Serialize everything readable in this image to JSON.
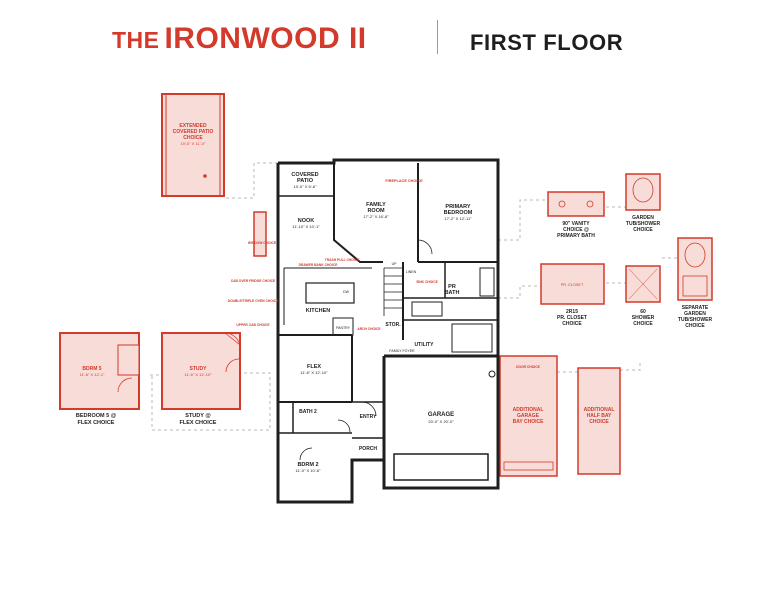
{
  "header": {
    "title_prefix": "THE",
    "title_name": "IRONWOOD II",
    "subtitle": "FIRST FLOOR"
  },
  "colors": {
    "accent": "#d33a2c",
    "option_fill": "#f7dcd7",
    "wall": "#1e1e1e",
    "dash": "#b8b8b8"
  },
  "rooms": {
    "covered_patio": {
      "name": "COVERED",
      "name2": "PATIO",
      "dims": "10'-0\" X 6'-6\""
    },
    "family_room": {
      "name": "FAMILY",
      "name2": "ROOM",
      "dims": "17'-2\" X 16'-8\""
    },
    "primary_bedroom": {
      "name": "PRIMARY",
      "name2": "BEDROOM",
      "dims": "17'-2\" X 12'-11\""
    },
    "nook": {
      "name": "NOOK",
      "dims": "11'-10\" X 10'-1\""
    },
    "kitchen": {
      "name": "KITCHEN"
    },
    "pr_bath": {
      "name": "PR",
      "name2": "BATH"
    },
    "stor": {
      "name": "STOR."
    },
    "utility": {
      "name": "UTILITY"
    },
    "pantry": {
      "name": "PANTRY"
    },
    "flex": {
      "name": "FLEX",
      "dims": "11'-6\" X 12'-10\""
    },
    "bath2": {
      "name": "BATH 2"
    },
    "entry": {
      "name": "ENTRY"
    },
    "porch": {
      "name": "PORCH"
    },
    "bdrm2": {
      "name": "BDRM 2",
      "dims": "11'-0\" X 10'-6\""
    },
    "garage": {
      "name": "GARAGE",
      "dims": "20'-0\" X 20'-0\""
    }
  },
  "options": {
    "extended_patio": {
      "line1": "EXTENDED",
      "line2": "COVERED PATIO",
      "line3": "CHOICE",
      "dims": "10'-0\" X 11'-0\""
    },
    "bdrm5_room": {
      "name": "BDRM 5",
      "dims": "11'-6\" X 12'-1\""
    },
    "bdrm5_label": {
      "line1": "BEDROOM 5 @",
      "line2": "FLEX CHOICE"
    },
    "study_room": {
      "name": "STUDY",
      "dims": "11'-6\" X 12'-10\""
    },
    "study_label": {
      "line1": "STUDY @",
      "line2": "FLEX CHOICE"
    },
    "vanity": {
      "line1": "90\" VANITY",
      "line2": "CHOICE @",
      "line3": "PRIMARY BATH"
    },
    "garden_tub": {
      "line1": "GARDEN",
      "line2": "TUB/SHOWER",
      "line3": "CHOICE"
    },
    "pr_closet_room": {
      "name": "PR. CLOSET"
    },
    "pr_closet_choice": {
      "line1": "2R15",
      "line2": "PR. CLOSET",
      "line3": "CHOICE"
    },
    "shower60": {
      "line1": "60",
      "line2": "SHOWER",
      "line3": "CHOICE"
    },
    "separate_tub": {
      "line1": "SEPARATE",
      "line2": "GARDEN",
      "line3": "TUB/SHOWER",
      "line4": "CHOICE"
    },
    "garage_bay": {
      "line1": "ADDITIONAL",
      "line2": "GARAGE",
      "line3": "BAY CHOICE"
    },
    "half_bay": {
      "line1": "ADDITIONAL",
      "line2": "HALF BAY",
      "line3": "CHOICE"
    }
  },
  "notes": {
    "fireplace": "FIREPLACE CHOICE",
    "kitchen_notes": [
      "DRAWER BANK CHOICE",
      "TRASH PULL CHOICE"
    ],
    "cab_over_fridge": "CAB OVER FRIDGE CHOICE",
    "double_oven": "DOUBLE/TRIPLE OVEN CHOICE",
    "upper_cab": "UPPER CAB CHOICE",
    "arch_choice": "ARCH CHOICE",
    "dw": "DW",
    "linen": "LINEN",
    "up": "UP",
    "family_foyer": "FAMILY FOYER",
    "window_choice": "WINDOW CHOICE",
    "sink_choice": "SINK CHOICE",
    "door_choice": "DOOR CHOICE"
  }
}
